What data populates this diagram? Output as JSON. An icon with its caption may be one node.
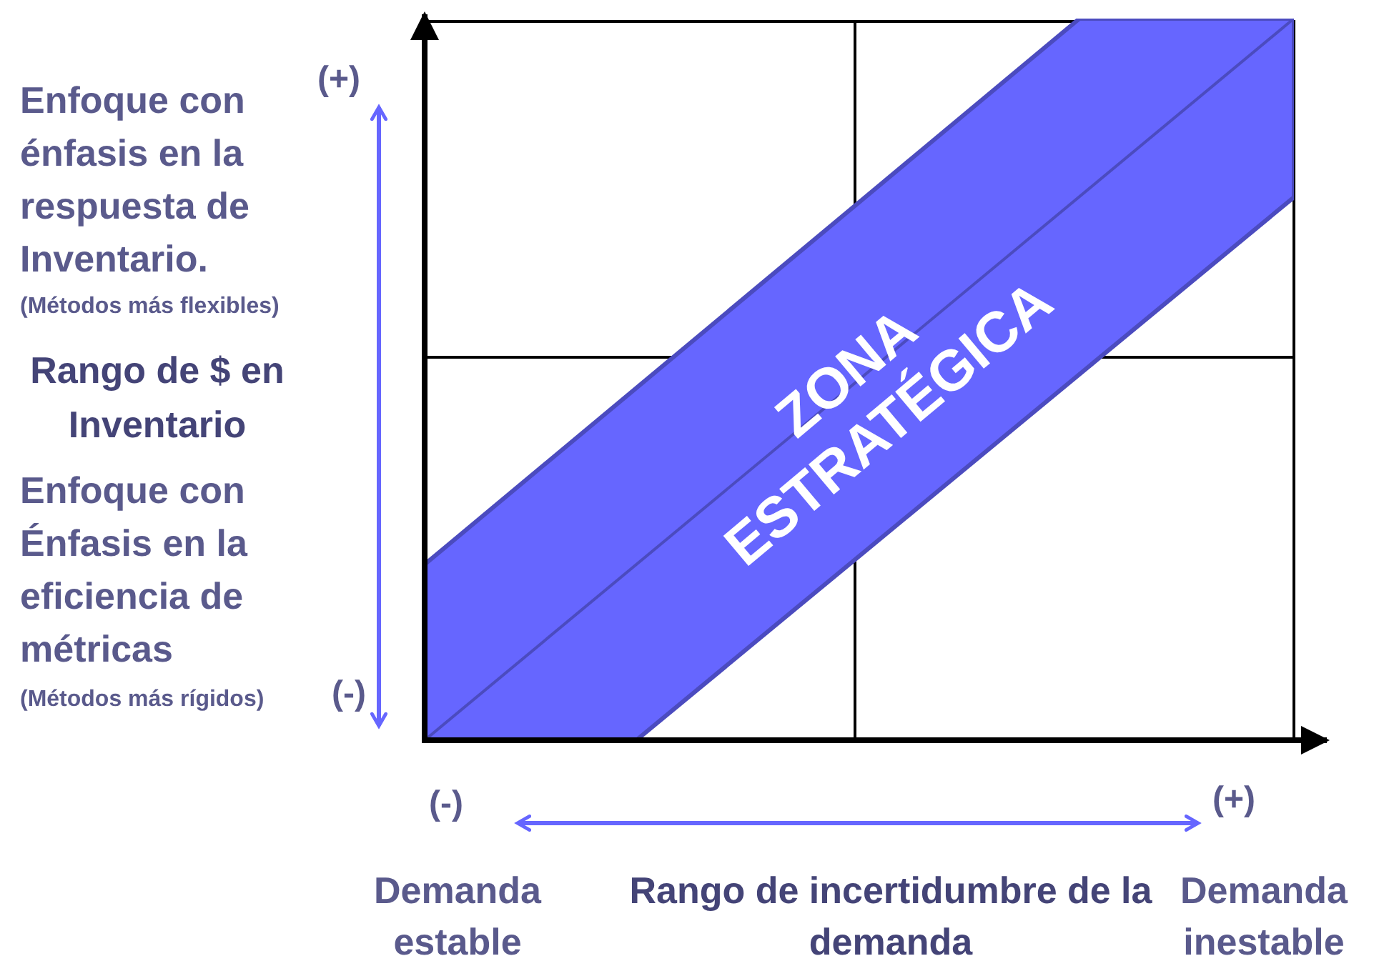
{
  "diagram": {
    "nodes": [
      {
        "text": [
          "ZONA ESTRATÉGICA"
        ]
      }
    ],
    "labels": [
      "(+)",
      "Enfoque con énfasis en la respuesta de Inventario.",
      "(Métodos más flexibles)",
      "Rango de $ en Inventario",
      "Enfoque con Énfasis en la eficiencia de métricas",
      "(Métodos más rígidos)",
      "(-)",
      "(-)",
      "(+)",
      "Demanda estable",
      "Rango de incertidumbre de la demanda",
      "Demanda inestable"
    ]
  }
}
